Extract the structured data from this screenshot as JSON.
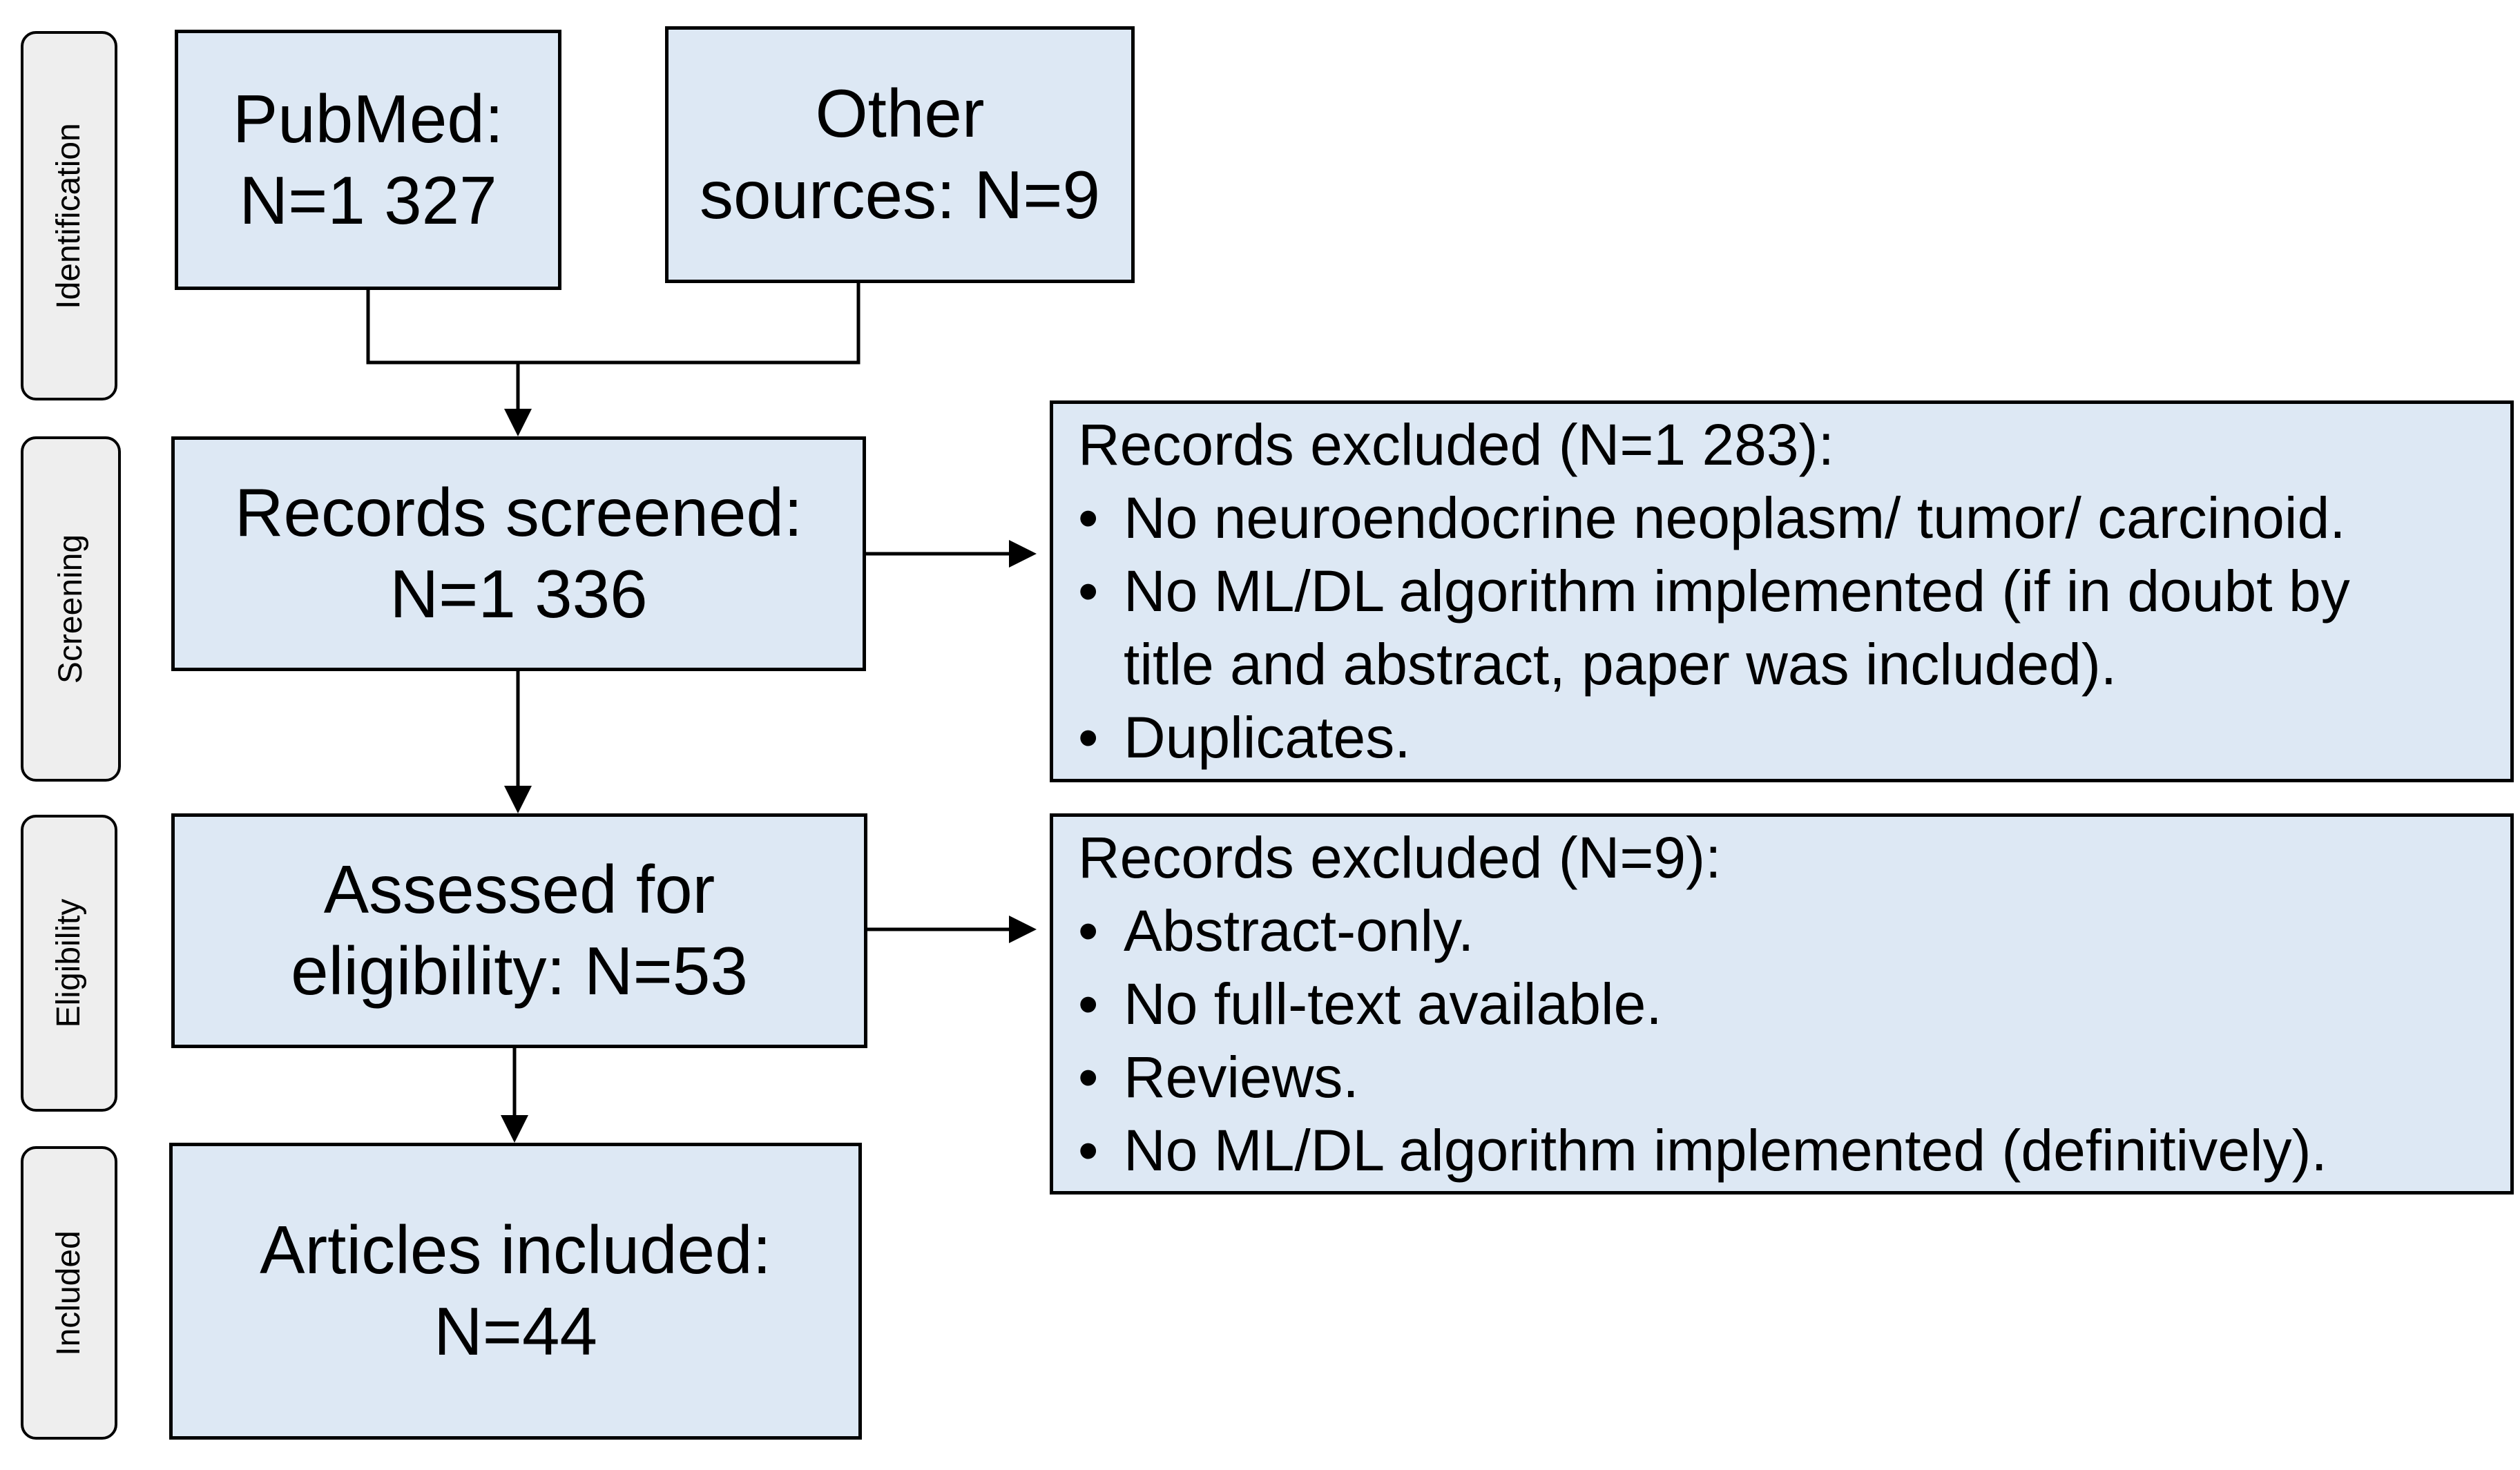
{
  "stages": {
    "identification": "Identification",
    "screening": "Screening",
    "eligibility": "Eligibility",
    "included": "Included"
  },
  "identification": {
    "pubmed": {
      "line1": "PubMed:",
      "line2": "N=1 327"
    },
    "other": {
      "line1": "Other",
      "line2": "sources: N=9"
    }
  },
  "screening": {
    "box": {
      "line1": "Records screened:",
      "line2": "N=1 336"
    },
    "excluded": {
      "heading": "Records excluded (N=1 283):",
      "items": [
        {
          "text": "No neuroendocrine neoplasm/ tumor/ carcinoid.",
          "cont": ""
        },
        {
          "text": "No ML/DL algorithm implemented (if in doubt by",
          "cont": "title and abstract, paper was included)."
        },
        {
          "text": "Duplicates.",
          "cont": ""
        }
      ]
    }
  },
  "eligibility": {
    "box": {
      "line1": "Assessed for",
      "line2": "eligibility: N=53"
    },
    "excluded": {
      "heading": "Records excluded (N=9):",
      "items": [
        {
          "text": "Abstract-only."
        },
        {
          "text": "No full-text available."
        },
        {
          "text": "Reviews."
        },
        {
          "text": "No ML/DL algorithm implemented (definitively)."
        }
      ]
    }
  },
  "included": {
    "box": {
      "line1": "Articles included:",
      "line2": "N=44"
    }
  },
  "bullet_glyph": "•"
}
